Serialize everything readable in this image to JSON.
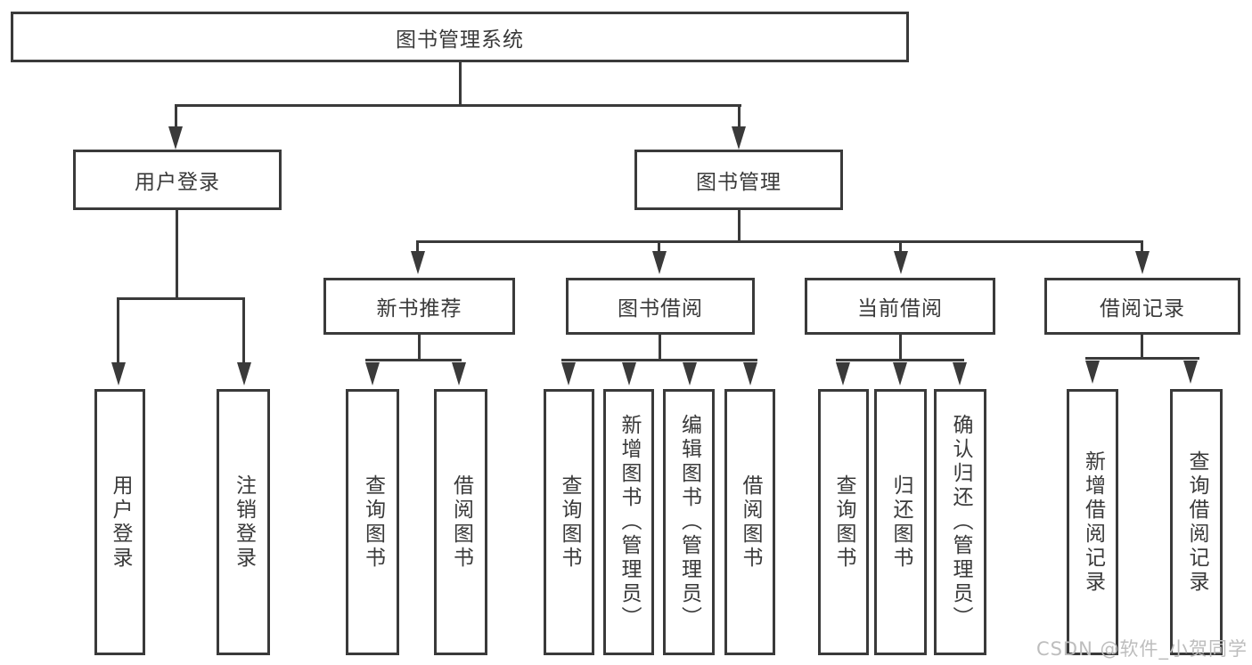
{
  "diagram": {
    "title": "图书管理系统",
    "root": "图书管理系统",
    "level2": [
      "用户登录",
      "图书管理"
    ],
    "level3": [
      "新书推荐",
      "图书借阅",
      "当前借阅",
      "借阅记录"
    ],
    "leaves": {
      "login": [
        "用户登录",
        "注销登录"
      ],
      "newbook": [
        "查询图书",
        "借阅图书"
      ],
      "borrow": [
        "查询图书",
        "新增图书（管理员）",
        "编辑图书（管理员）",
        "借阅图书"
      ],
      "current": [
        "查询图书",
        "归还图书",
        "确认归还（管理员）"
      ],
      "records": [
        "新增借阅记录",
        "查询借阅记录"
      ]
    }
  },
  "colors": {
    "line": "#3a3a3a",
    "text": "#3a3a3a",
    "watermark": "#bdbdbd",
    "background": "#ffffff"
  },
  "watermark": "CSDN @软件_小贺同学"
}
